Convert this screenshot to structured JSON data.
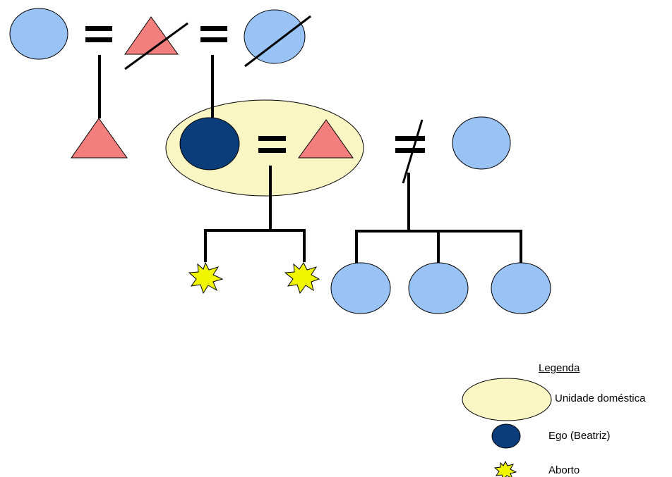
{
  "legend": {
    "title": "Legenda",
    "items": [
      {
        "label": "Unidade doméstica",
        "symbol": "household-ellipse-icon"
      },
      {
        "label": "Ego (Beatriz)",
        "symbol": "ego-circle-icon"
      },
      {
        "label": "Aborto",
        "symbol": "abortion-star-icon"
      }
    ]
  },
  "colors": {
    "female": "#99c2f5",
    "male": "#f27e7e",
    "ego": "#0b3d7a",
    "household": "#faf6c4",
    "abortion": "#f0f500",
    "line": "#000000"
  }
}
